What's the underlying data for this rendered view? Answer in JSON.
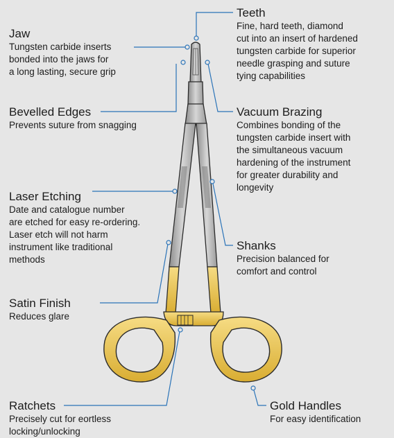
{
  "callouts": {
    "teeth": {
      "title": "Teeth",
      "desc": "Fine, hard teeth, diamond\ncut into an insert of hardened\ntungsten carbide for superior\nneedle grasping and suture\ntying capabilities"
    },
    "jaw": {
      "title": "Jaw",
      "desc": "Tungsten carbide inserts\nbonded into the jaws for\na long lasting, secure grip"
    },
    "bevelled_edges": {
      "title": "Bevelled Edges",
      "desc": "Prevents suture from snagging"
    },
    "vacuum_brazing": {
      "title": "Vacuum Brazing",
      "desc": "Combines bonding of the\ntungsten carbide insert with\nthe simultaneous vacuum\nhardening of the instrument\nfor greater durability and\nlongevity"
    },
    "laser_etching": {
      "title": "Laser Etching",
      "desc": "Date and catalogue number\nare etched for easy re-ordering.\nLaser etch will not harm\ninstrument like traditional\nmethods"
    },
    "shanks": {
      "title": "Shanks",
      "desc": "Precision balanced for\ncomfort and control"
    },
    "satin_finish": {
      "title": "Satin Finish",
      "desc": "Reduces glare"
    },
    "ratchets": {
      "title": "Ratchets",
      "desc": "Precisely cut for eortless\nlocking/unlocking"
    },
    "gold_handles": {
      "title": "Gold Handles",
      "desc": "For easy identification"
    }
  },
  "colors": {
    "leader_line": "#2a73b8",
    "steel": "#b4b4b4",
    "steel_dark": "#6e6e6e",
    "gold": "#e8c24a",
    "gold_light": "#f6dc84",
    "outline": "#2b2b2b"
  }
}
